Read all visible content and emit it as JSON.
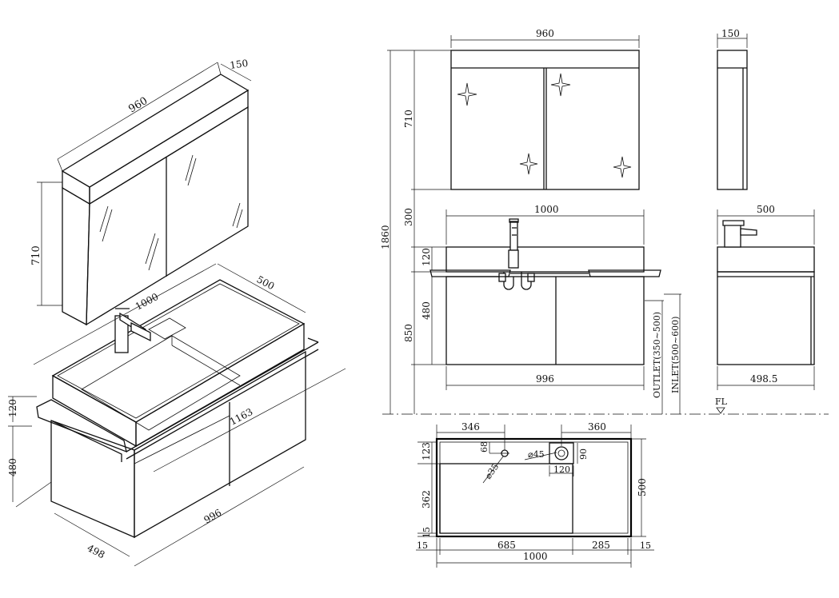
{
  "iso": {
    "cab_w": "960",
    "cab_d": "150",
    "cab_h": "710",
    "basin_w": "1000",
    "basin_d": "500",
    "basin_h": "120",
    "vanity_h": "480",
    "vanity_w": "996",
    "vanity_d": "498",
    "overall": "1163"
  },
  "front": {
    "cab_w": "960",
    "cab_h": "710",
    "gap": "300",
    "total_h": "1860",
    "basin_w": "1000",
    "basin_h": "120",
    "vanity_h": "480",
    "floor_to_top": "850",
    "vanity_w": "996",
    "outlet": "OUTLET(350~500)",
    "inlet": "INLET(500~600)",
    "fl": "FL"
  },
  "side": {
    "cab_d": "150",
    "basin_d": "500",
    "vanity_d": "498.5"
  },
  "plan": {
    "d346": "346",
    "d360": "360",
    "d123": "123",
    "d68": "68",
    "dia45": "⌀45",
    "dia35": "⌀35",
    "d90": "90",
    "d120": "120",
    "d362": "362",
    "d15a": "15",
    "d500": "500",
    "d15l": "15",
    "d685": "685",
    "d285": "285",
    "d15r": "15",
    "d1000": "1000"
  }
}
